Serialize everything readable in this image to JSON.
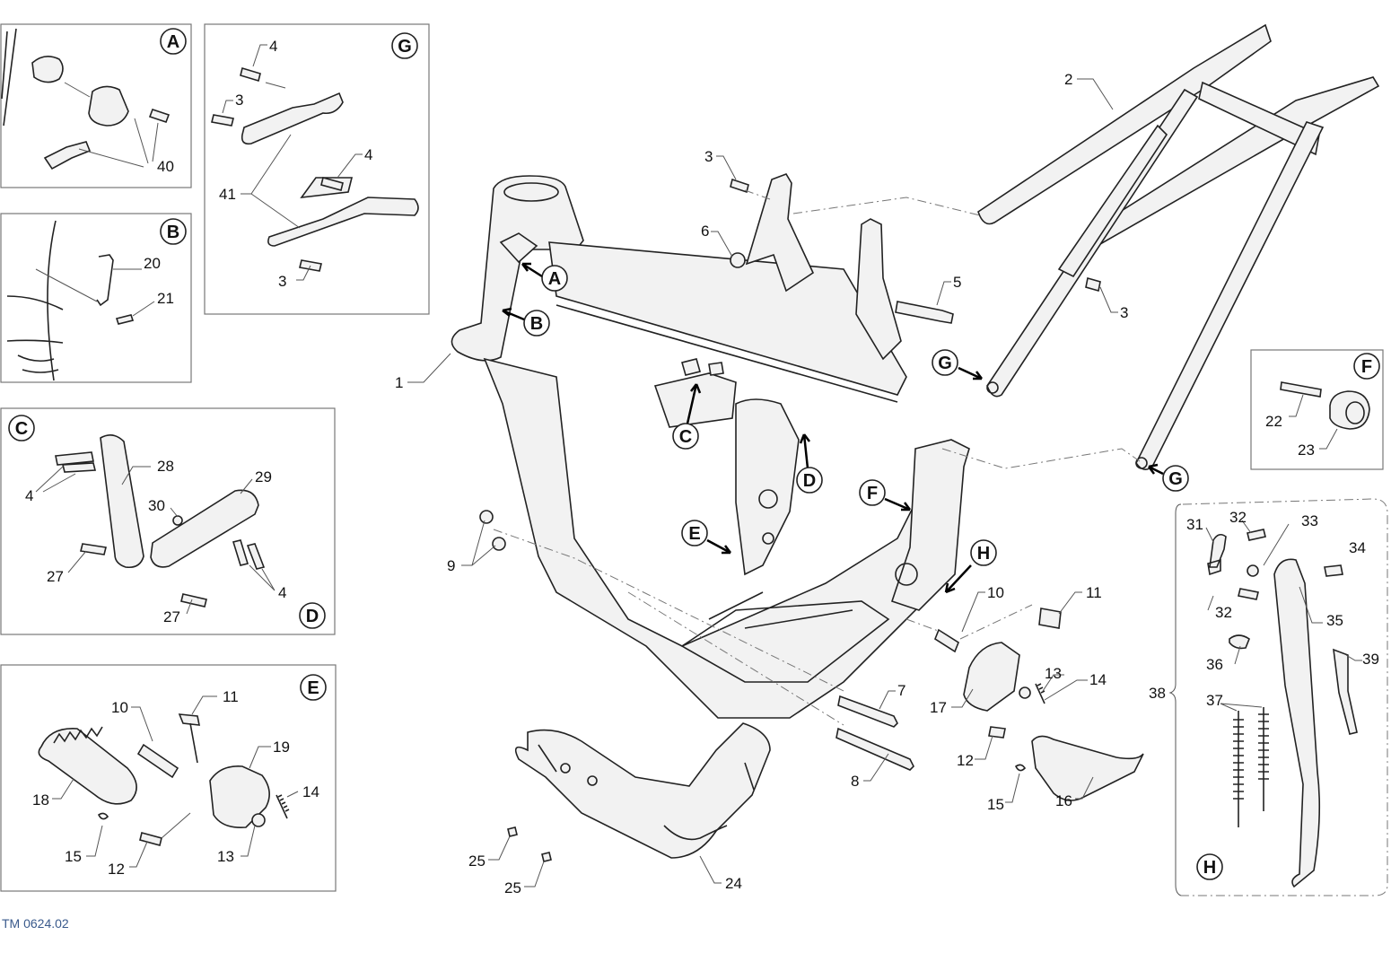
{
  "footer_code": "TM 0624.02",
  "detail_views": [
    "A",
    "B",
    "C",
    "D",
    "E",
    "F",
    "G",
    "H"
  ],
  "part_numbers": {
    "frame": "1",
    "subframe": "2",
    "subframe_bolt_top": "3",
    "subframe_bolt_right": "3",
    "engine_mount_bolt": "5",
    "engine_mount_nut": "6",
    "long_bolt_7": "7",
    "long_bolt_8": "8",
    "nut_9": "9",
    "pin_10": "10",
    "bolt_11": "11",
    "bolt_12": "12",
    "washer_13": "13",
    "spring_14": "14",
    "spring_15": "15",
    "footrest_16": "16",
    "bracket_17": "17",
    "skid_plate": "24",
    "screw_25a": "25",
    "screw_25b": "25",
    "bolt_22": "22",
    "bushing_23": "23"
  },
  "panel_a": {
    "label": "A",
    "part": "40"
  },
  "panel_b": {
    "label": "B",
    "parts": [
      "20",
      "21"
    ]
  },
  "panel_c": {
    "label_c": "C",
    "label_d": "D",
    "parts": [
      "4",
      "28",
      "29",
      "30",
      "27",
      "27",
      "4"
    ]
  },
  "panel_e": {
    "label": "E",
    "parts": [
      "10",
      "11",
      "19",
      "18",
      "14",
      "15",
      "12",
      "13"
    ]
  },
  "panel_f": {
    "label": "F",
    "parts": [
      "22",
      "23"
    ]
  },
  "panel_g": {
    "label": "G",
    "parts": [
      "4",
      "3",
      "41",
      "4",
      "3"
    ]
  },
  "panel_h": {
    "label": "H",
    "parts": [
      "31",
      "32",
      "33",
      "34",
      "32",
      "35",
      "36",
      "39",
      "37",
      "38"
    ]
  }
}
